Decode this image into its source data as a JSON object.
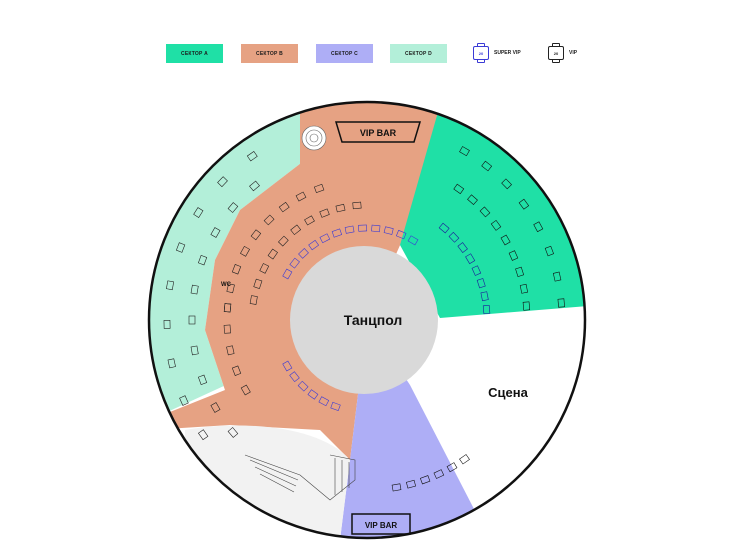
{
  "legend": {
    "sectors": [
      {
        "label": "СЕКТОР A",
        "color": "#1fe0a6"
      },
      {
        "label": "СЕКТОР B",
        "color": "#e6a283"
      },
      {
        "label": "СЕКТОР C",
        "color": "#aeaef6"
      },
      {
        "label": "СЕКТОР D",
        "color": "#b3efd9"
      }
    ],
    "super_vip": {
      "label": "SUPER VIP",
      "number": "20",
      "color": "#3b3bd6"
    },
    "vip": {
      "label": "VIP",
      "number": "20",
      "color": "#222222"
    }
  },
  "map": {
    "dance_floor": "Танцпол",
    "stage": "Сцена",
    "vip_bar_top": "VIP BAR",
    "vip_bar_bottom": "VIP BAR",
    "wc": "WC",
    "colors": {
      "sector_a": "#1fe0a6",
      "sector_b": "#e6a283",
      "sector_c": "#aeaef6",
      "sector_d": "#b3efd9",
      "floor": "#d9d9d9",
      "stair_area": "#f2f2f2"
    }
  }
}
